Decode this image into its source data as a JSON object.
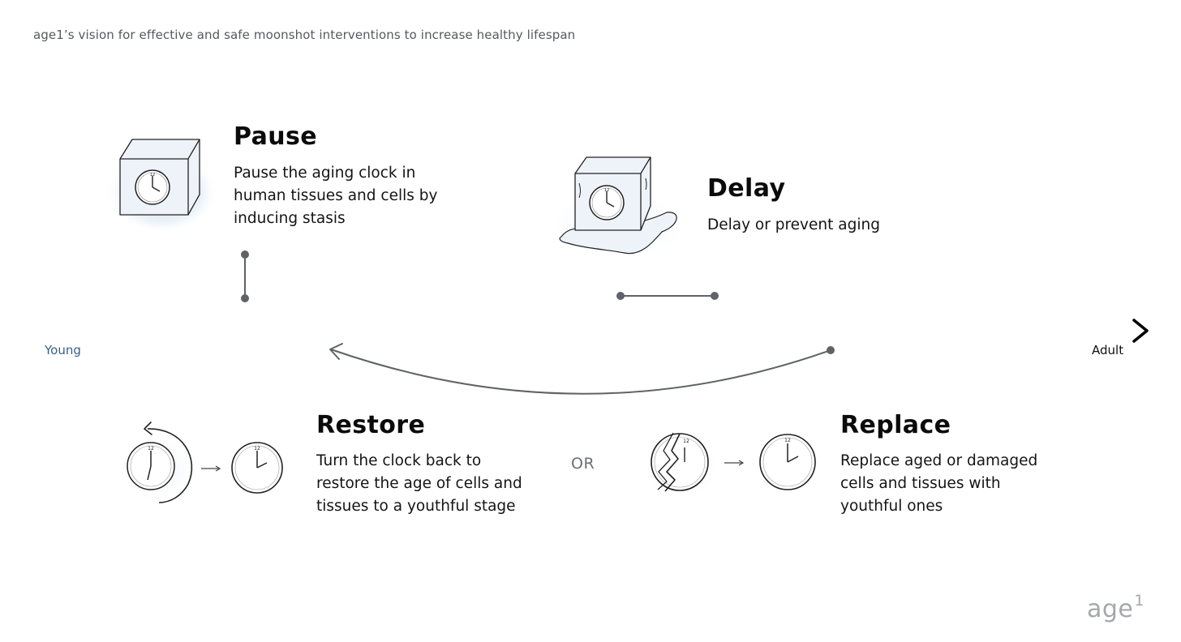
{
  "subtitle": "age1’s vision for effective and safe moonshot interventions to increase healthy lifespan",
  "timeline": {
    "start_label": "Young",
    "end_label": "Adult",
    "start_color": "#86b6e8",
    "end_color": "#000000"
  },
  "interventions": {
    "pause": {
      "title": "Pause",
      "description": [
        "Pause the aging clock in",
        "human tissues and cells by",
        "inducing stasis"
      ],
      "icon": "ice-cube-clock-icon"
    },
    "delay": {
      "title": "Delay",
      "description": [
        "Delay or prevent aging"
      ],
      "icon": "melting-ice-cube-clock-icon"
    },
    "restore": {
      "title": "Restore",
      "description": [
        "Turn the clock back to",
        "restore the age of cells and",
        "tissues to a youthful stage"
      ],
      "icon": "rewind-clock-icon"
    },
    "replace": {
      "title": "Replace",
      "description": [
        "Replace aged or damaged",
        "cells and tissues with",
        "youthful ones"
      ],
      "icon": "broken-clock-icon"
    }
  },
  "separator": "OR",
  "logo": {
    "text": "age",
    "superscript": "1"
  },
  "colors": {
    "connector": "#5f6266",
    "ice": "#b9cde6",
    "heading": "#0b0b0b"
  }
}
